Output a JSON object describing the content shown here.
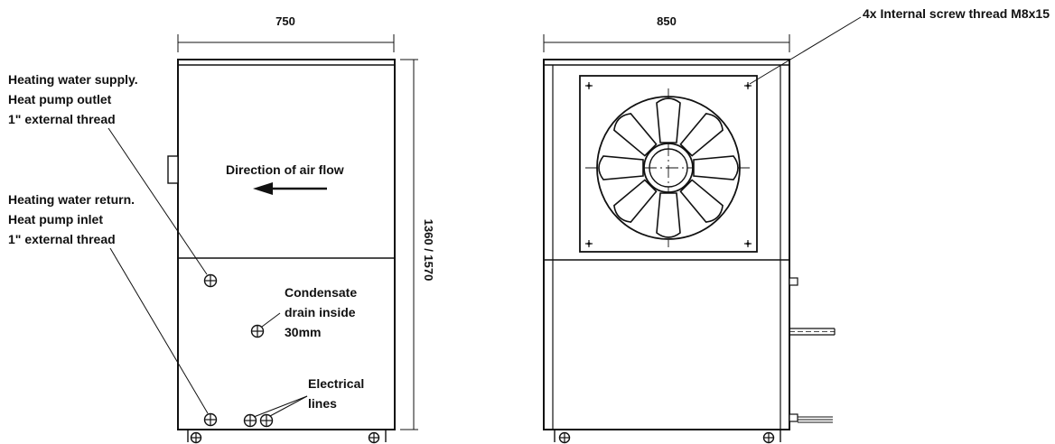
{
  "dimensions": {
    "left_width": "750",
    "right_width": "850",
    "height": "1360 / 1570"
  },
  "annotations": {
    "screw_thread": "4x Internal screw thread M8x15",
    "supply_line1": "Heating water supply.",
    "supply_line2": "Heat pump outlet",
    "supply_line3": "1\" external thread",
    "return_line1": "Heating water return.",
    "return_line2": "Heat pump inlet",
    "return_line3": "1\" external thread",
    "air_flow": "Direction of air flow",
    "condensate_line1": "Condensate",
    "condensate_line2": "drain inside",
    "condensate_line3": "30mm",
    "electrical_line1": "Electrical",
    "electrical_line2": "lines"
  },
  "colors": {
    "ink": "#111111",
    "background": "#ffffff"
  }
}
